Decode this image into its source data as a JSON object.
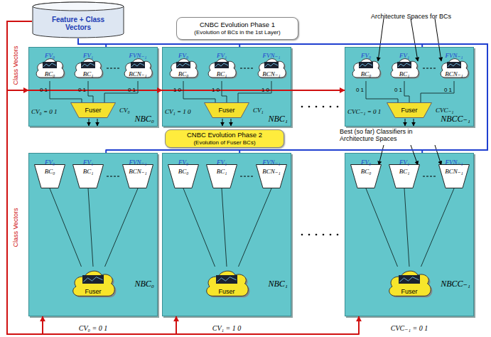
{
  "diagram": {
    "nodes": [
      {
        "text": [
          "Feature + Class Vectors"
        ]
      },
      {
        "text": [
          "CNBC Evolution Phase 1",
          "(Evolution of BCs in the 1st Layer)"
        ]
      },
      {
        "text": [
          "NBC₀"
        ]
      },
      {
        "text": [
          "BC₀"
        ],
        "in": 2
      },
      {
        "text": [
          "BC₁"
        ],
        "in": 2
      },
      {
        "text": [
          "BCN₋₁"
        ],
        "in": 2
      },
      {
        "text": [
          "Fuser"
        ],
        "in": 2
      },
      {
        "text": [
          "NBC₁"
        ]
      },
      {
        "text": [
          "BC₀"
        ],
        "in": 7
      },
      {
        "text": [
          "BC₁"
        ],
        "in": 7
      },
      {
        "text": [
          "BCN₋₁"
        ],
        "in": 7
      },
      {
        "text": [
          "Fuser"
        ],
        "in": 7
      },
      {
        "text": [
          "NBCC₋₁"
        ]
      },
      {
        "text": [
          "BC₀"
        ],
        "in": 12
      },
      {
        "text": [
          "BC₁"
        ],
        "in": 12
      },
      {
        "text": [
          "BCN₋₁"
        ],
        "in": 12
      },
      {
        "text": [
          "Fuser"
        ],
        "in": 12
      },
      {
        "text": [
          "CNBC Evolution Phase 2",
          "(Evolution of Fuser BCs)"
        ]
      },
      {
        "text": [
          "NBC₀"
        ]
      },
      {
        "text": [
          "BC₀"
        ],
        "in": 18
      },
      {
        "text": [
          "BC₁"
        ],
        "in": 18
      },
      {
        "text": [
          "BCN₋₁"
        ],
        "in": 18
      },
      {
        "text": [
          "Fuser"
        ],
        "in": 18
      },
      {
        "text": [
          "NBC₁"
        ]
      },
      {
        "text": [
          "BC₀"
        ],
        "in": 23
      },
      {
        "text": [
          "BC₁"
        ],
        "in": 23
      },
      {
        "text": [
          "BCN₋₁"
        ],
        "in": 23
      },
      {
        "text": [
          "Fuser"
        ],
        "in": 23
      },
      {
        "text": [
          "NBCC₋₁"
        ]
      },
      {
        "text": [
          "BC₀"
        ],
        "in": 28
      },
      {
        "text": [
          "BC₁"
        ],
        "in": 28
      },
      {
        "text": [
          "BCN₋₁"
        ],
        "in": 28
      },
      {
        "text": [
          "Fuser"
        ],
        "in": 28
      }
    ],
    "edges": [
      {
        "from": 0,
        "to": 2,
        "arrow": "none"
      },
      {
        "from": 0,
        "to": 7,
        "arrow": "none"
      },
      {
        "from": 0,
        "to": 12,
        "arrow": "none"
      },
      {
        "from": 0,
        "to": 18,
        "arrow": "none"
      },
      {
        "from": 0,
        "to": 23,
        "arrow": "none"
      },
      {
        "from": 0,
        "to": 28,
        "arrow": "none"
      },
      {
        "from": 0,
        "to": 2,
        "arrow": "to"
      },
      {
        "from": 0,
        "to": 7,
        "arrow": "to"
      },
      {
        "from": 0,
        "to": 12,
        "arrow": "to"
      },
      {
        "from": 0,
        "to": 18,
        "arrow": "to"
      },
      {
        "from": 0,
        "to": 23,
        "arrow": "to"
      },
      {
        "from": 0,
        "to": 28,
        "arrow": "to"
      },
      {
        "from": 3,
        "to": 6,
        "arrow": "none"
      },
      {
        "from": 4,
        "to": 6,
        "arrow": "none"
      },
      {
        "from": 5,
        "to": 6,
        "arrow": "none"
      },
      {
        "from": 8,
        "to": 11,
        "arrow": "none"
      },
      {
        "from": 9,
        "to": 11,
        "arrow": "none"
      },
      {
        "from": 10,
        "to": 11,
        "arrow": "none"
      },
      {
        "from": 13,
        "to": 16,
        "arrow": "none"
      },
      {
        "from": 14,
        "to": 16,
        "arrow": "none"
      },
      {
        "from": 15,
        "to": 16,
        "arrow": "none"
      },
      {
        "from": 19,
        "to": 22,
        "arrow": "none"
      },
      {
        "from": 20,
        "to": 22,
        "arrow": "none"
      },
      {
        "from": 21,
        "to": 22,
        "arrow": "none"
      },
      {
        "from": 24,
        "to": 27,
        "arrow": "none"
      },
      {
        "from": 25,
        "to": 27,
        "arrow": "none"
      },
      {
        "from": 26,
        "to": 27,
        "arrow": "none"
      },
      {
        "from": 29,
        "to": 32,
        "arrow": "none"
      },
      {
        "from": 30,
        "to": 32,
        "arrow": "none"
      },
      {
        "from": 31,
        "to": 32,
        "arrow": "none"
      }
    ],
    "labels": [
      "Architecture Spaces for BCs",
      "Class Vectors",
      "FV₀",
      "FV₁",
      "FVN₋₁",
      "0 1",
      "0 1",
      "0 1",
      "CV₀ = 0 1",
      "CV₀",
      "FV₀",
      "FV₁",
      "FVN₋₁",
      "1 0",
      "1 0",
      "1 0",
      "CV₁ = 1 0",
      "CV₁",
      "FV₀",
      "FV₁",
      "FVN₋₁",
      "0 1",
      "0 1",
      "0 1",
      "CVC₋₁ = 0 1",
      "CVC₋₁",
      "Best (so far) Classifiers in Architecture Spaces",
      "Class Vectors",
      "FV₀",
      "FV₁",
      "FVN₋₁",
      "FV₀",
      "FV₁",
      "FVN₋₁",
      "FV₀",
      "FV₁",
      "FVN₋₁",
      "CV₀ = 0 1",
      "CV₁ = 1 0",
      "CVC₋₁ = 0 1"
    ]
  }
}
